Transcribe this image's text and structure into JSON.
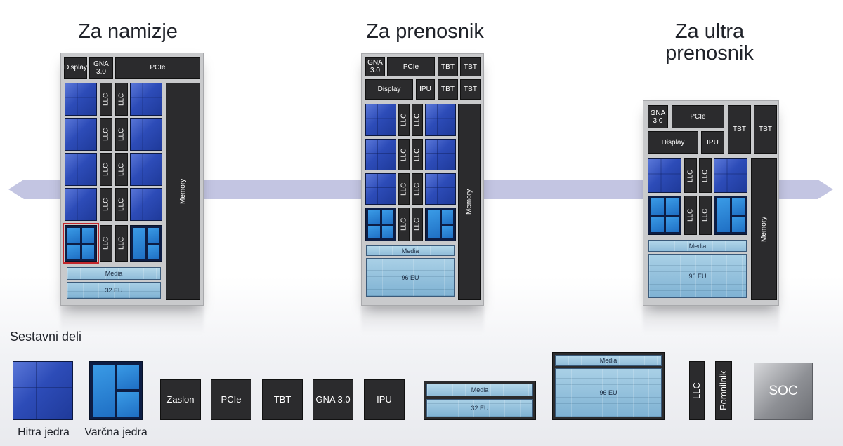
{
  "headings": {
    "desktop": "Za namizje",
    "laptop": "Za prenosnik",
    "ultra_line1": "Za ultra",
    "ultra_line2": "prenosnik"
  },
  "chip_labels": {
    "display": "Display",
    "gna": "GNA\n3.0",
    "pcie": "PCIe",
    "tbt": "TBT",
    "ipu": "IPU",
    "llc": "LLC",
    "memory": "Memory",
    "media": "Media",
    "eu32": "32 EU",
    "eu96": "96 EU"
  },
  "legend": {
    "title": "Sestavni deli",
    "items": {
      "fast_cores": "Hitra jedra",
      "efficient_cores": "Varčna jedra",
      "display": "Zaslon",
      "pcie": "PCIe",
      "tbt": "TBT",
      "gna": "GNA 3.0",
      "ipu": "IPU",
      "media": "Media",
      "eu32": "32 EU",
      "eu96": "96 EU",
      "llc": "LLC",
      "memory": "Pomnilnik",
      "soc": "SOC"
    }
  },
  "colors": {
    "accent_band": "#c3c5e2",
    "performance_core": "#2d4cb8",
    "efficient_core": "#1f6fc4",
    "graphics": "#8fbcd9",
    "block": "#2b2b2d",
    "highlight": "#c2262b"
  }
}
